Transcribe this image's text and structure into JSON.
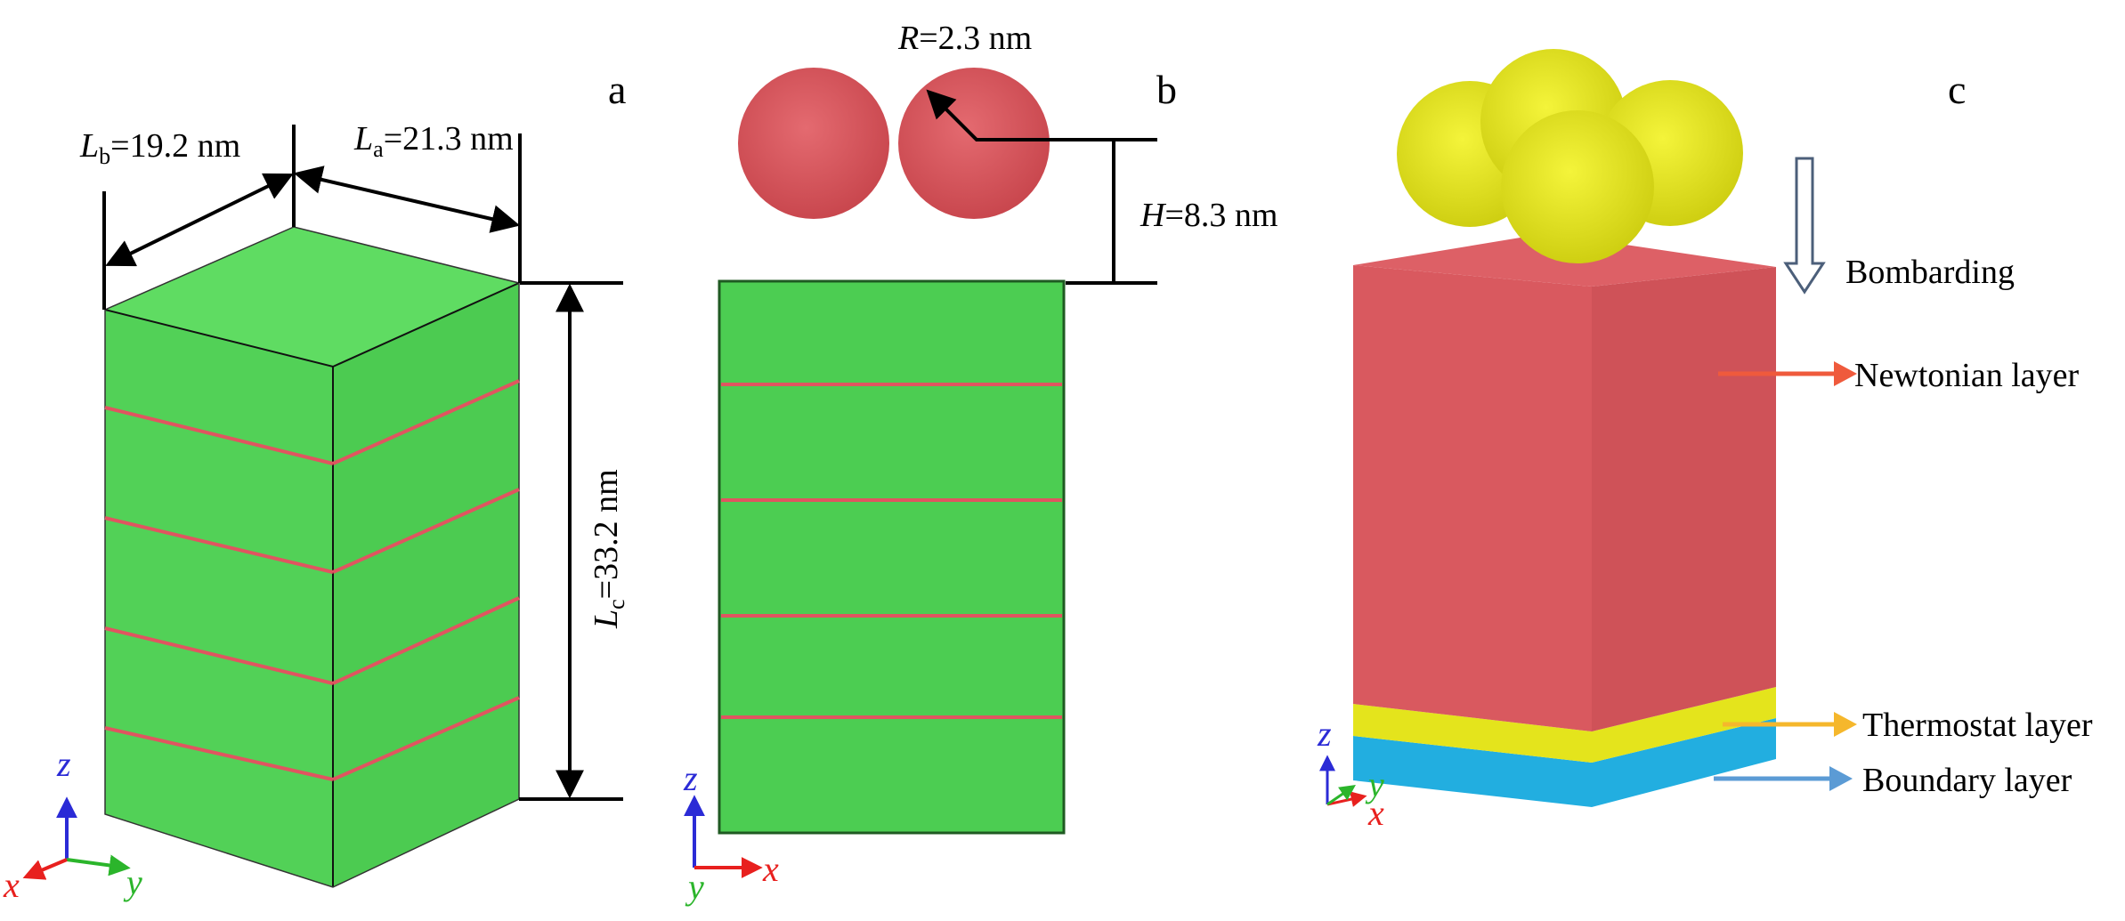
{
  "panels": {
    "a": {
      "letter": "a",
      "dim_b": {
        "sym": "L",
        "sub": "b",
        "value": "=19.2 nm"
      },
      "dim_a": {
        "sym": "L",
        "sub": "a",
        "value": "=21.3 nm"
      },
      "dim_c": {
        "sym": "L",
        "sub": "c",
        "value": "=33.2 nm"
      }
    },
    "b": {
      "letter": "b",
      "radius": {
        "sym": "R",
        "value": "=2.3 nm"
      },
      "height": {
        "sym": "H",
        "value": "=8.3 nm"
      }
    },
    "c": {
      "letter": "c",
      "labels": {
        "bombarding": "Bombarding",
        "newtonian": "Newtonian layer",
        "thermostat": "Thermostat layer",
        "boundary": "Boundary layer"
      }
    }
  },
  "axes": {
    "x": "x",
    "y": "y",
    "z": "z"
  },
  "colors": {
    "substrate_green": "#55d55a",
    "stripe_red": "#e05560",
    "particle_red": "#d9595f",
    "particle_yellow": "#ecec1e",
    "newtonian_red": "#d9595f",
    "thermostat_yellow": "#e4e41c",
    "boundary_blue": "#22aee0",
    "axis_x": "#e8201e",
    "axis_y": "#2bb52b",
    "axis_z": "#2b2bd6",
    "label_bombarding": "#4c5f7a",
    "label_newtonian": "#e3241b",
    "label_thermostat": "#000000",
    "label_boundary": "#5b9bd5",
    "arrow_newtonian": "#ef5a3c",
    "arrow_thermostat": "#f5b72c",
    "arrow_boundary": "#5b9bd5"
  }
}
